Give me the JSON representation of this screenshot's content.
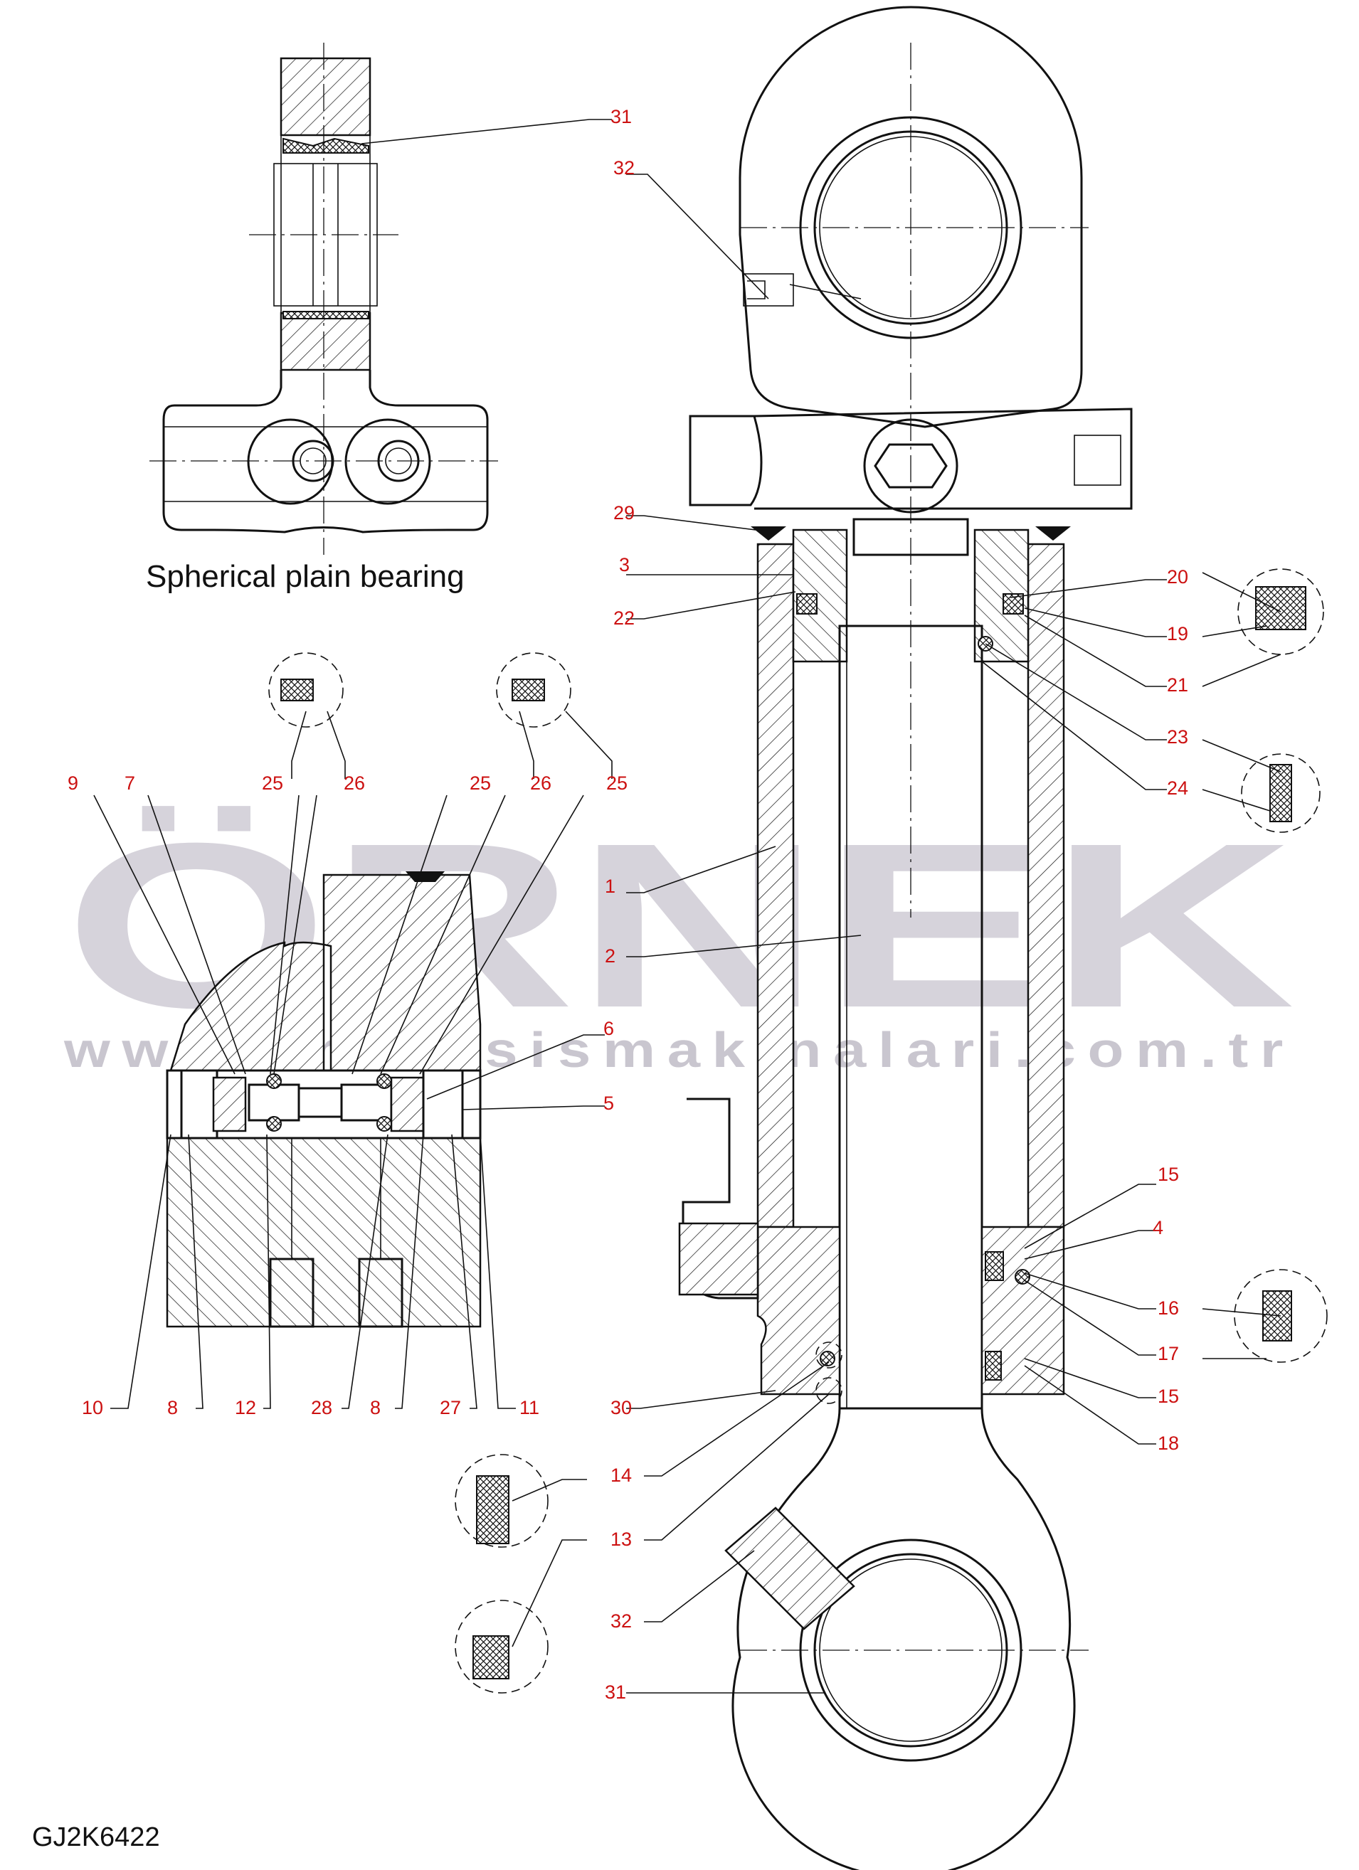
{
  "drawing_code": "GJ2K6422",
  "caption": "Spherical plain bearing",
  "watermark": {
    "brand": "ÖRNEK",
    "url": "www.orneksismakinalari.com.tr"
  },
  "colors": {
    "label": "#cc1111",
    "line": "#111111",
    "watermark": "#d6d3db"
  },
  "callouts": [
    {
      "id": "c31a",
      "text": "31"
    },
    {
      "id": "c32a",
      "text": "32"
    },
    {
      "id": "c29",
      "text": "29"
    },
    {
      "id": "c3",
      "text": "3"
    },
    {
      "id": "c22",
      "text": "22"
    },
    {
      "id": "c20",
      "text": "20"
    },
    {
      "id": "c19",
      "text": "19"
    },
    {
      "id": "c21",
      "text": "21"
    },
    {
      "id": "c23",
      "text": "23"
    },
    {
      "id": "c24",
      "text": "24"
    },
    {
      "id": "c25a",
      "text": "25"
    },
    {
      "id": "c26a",
      "text": "26"
    },
    {
      "id": "c26b",
      "text": "26"
    },
    {
      "id": "c25b",
      "text": "25"
    },
    {
      "id": "c9",
      "text": "9"
    },
    {
      "id": "c7",
      "text": "7"
    },
    {
      "id": "c25c",
      "text": "25"
    },
    {
      "id": "c25d",
      "text": "25"
    },
    {
      "id": "c26c",
      "text": "26"
    },
    {
      "id": "c25e",
      "text": "25"
    },
    {
      "id": "c1",
      "text": "1"
    },
    {
      "id": "c2",
      "text": "2"
    },
    {
      "id": "c6",
      "text": "6"
    },
    {
      "id": "c5",
      "text": "5"
    },
    {
      "id": "c15a",
      "text": "15"
    },
    {
      "id": "c4",
      "text": "4"
    },
    {
      "id": "c16",
      "text": "16"
    },
    {
      "id": "c17",
      "text": "17"
    },
    {
      "id": "c15b",
      "text": "15"
    },
    {
      "id": "c18",
      "text": "18"
    },
    {
      "id": "c10",
      "text": "10"
    },
    {
      "id": "c8a",
      "text": "8"
    },
    {
      "id": "c12",
      "text": "12"
    },
    {
      "id": "c28",
      "text": "28"
    },
    {
      "id": "c8b",
      "text": "8"
    },
    {
      "id": "c27",
      "text": "27"
    },
    {
      "id": "c11",
      "text": "11"
    },
    {
      "id": "c30",
      "text": "30"
    },
    {
      "id": "c14",
      "text": "14"
    },
    {
      "id": "c13",
      "text": "13"
    },
    {
      "id": "c32b",
      "text": "32"
    },
    {
      "id": "c31b",
      "text": "31"
    }
  ]
}
